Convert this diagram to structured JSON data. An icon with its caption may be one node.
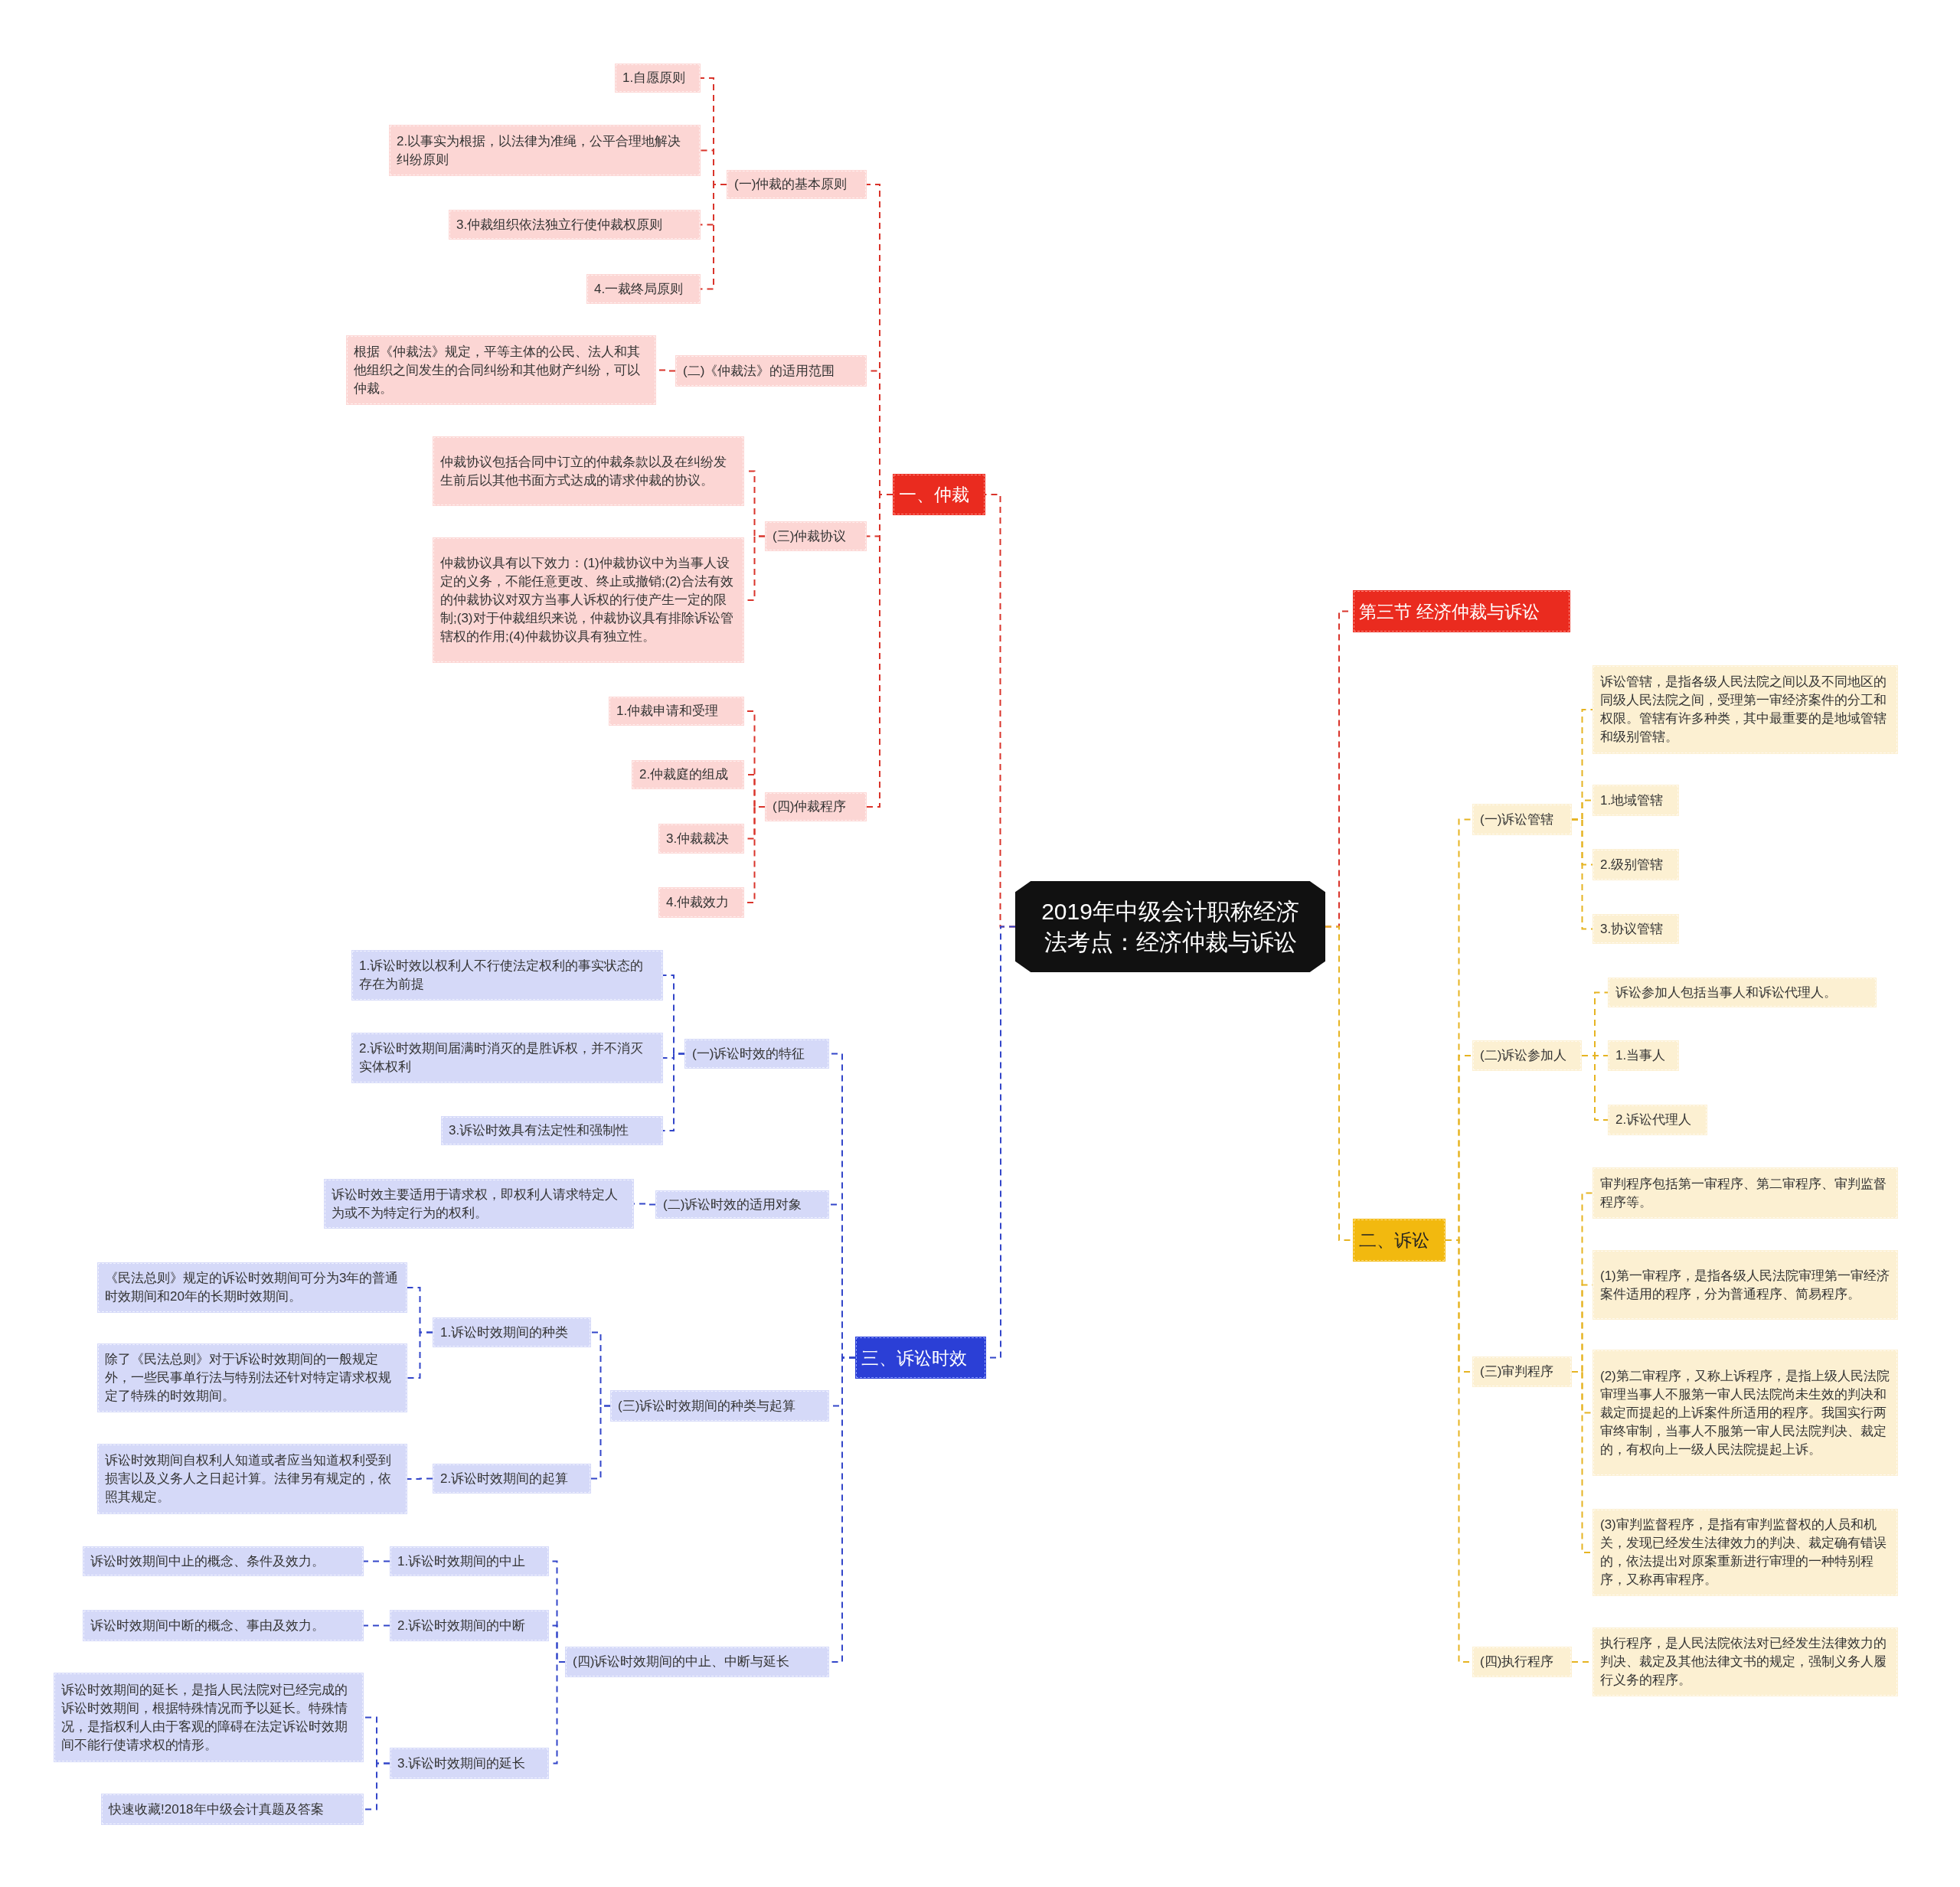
{
  "diagram": {
    "nodes": [
      {
        "text": [
          "2019年中级会计职称经济法考点：经济仲裁与诉讼"
        ]
      },
      {
        "text": [
          "一、仲裁"
        ]
      },
      {
        "text": [
          "(一)仲裁的基本原则"
        ]
      },
      {
        "text": [
          "1.自愿原则"
        ]
      },
      {
        "text": [
          "2.以事实为根据，以法律为准绳，公平合理地解决纠纷原则"
        ]
      },
      {
        "text": [
          "3.仲裁组织依法独立行使仲裁权原则"
        ]
      },
      {
        "text": [
          "4.一裁终局原则"
        ]
      },
      {
        "text": [
          "(二)《仲裁法》的适用范围"
        ]
      },
      {
        "text": [
          "根据《仲裁法》规定，平等主体的公民、法人和其他组织之间发生的合同纠纷和其他财产纠纷，可以仲裁。"
        ]
      },
      {
        "text": [
          "(三)仲裁协议"
        ]
      },
      {
        "text": [
          "仲裁协议包括合同中订立的仲裁条款以及在纠纷发生前后以其他书面方式达成的请求仲裁的协议。"
        ]
      },
      {
        "text": [
          "仲裁协议具有以下效力：(1)仲裁协议中为当事人设定的义务，不能任意更改、终止或撤销;(2)合法有效的仲裁协议对双方当事人诉权的行使产生一定的限制;(3)对于仲裁组织来说，仲裁协议具有排除诉讼管辖权的作用;(4)仲裁协议具有独立性。"
        ]
      },
      {
        "text": [
          "(四)仲裁程序"
        ]
      },
      {
        "text": [
          "1.仲裁申请和受理"
        ]
      },
      {
        "text": [
          "2.仲裁庭的组成"
        ]
      },
      {
        "text": [
          "3.仲裁裁决"
        ]
      },
      {
        "text": [
          "4.仲裁效力"
        ]
      },
      {
        "text": [
          "三、诉讼时效"
        ]
      },
      {
        "text": [
          "(一)诉讼时效的特征"
        ]
      },
      {
        "text": [
          "1.诉讼时效以权利人不行使法定权利的事实状态的存在为前提"
        ]
      },
      {
        "text": [
          "2.诉讼时效期间届满时消灭的是胜诉权，并不消灭实体权利"
        ]
      },
      {
        "text": [
          "3.诉讼时效具有法定性和强制性"
        ]
      },
      {
        "text": [
          "(二)诉讼时效的适用对象"
        ]
      },
      {
        "text": [
          "诉讼时效主要适用于请求权，即权利人请求特定人为或不为特定行为的权利。"
        ]
      },
      {
        "text": [
          "(三)诉讼时效期间的种类与起算"
        ]
      },
      {
        "text": [
          "1.诉讼时效期间的种类"
        ]
      },
      {
        "text": [
          "《民法总则》规定的诉讼时效期间可分为3年的普通时效期间和20年的长期时效期间。"
        ]
      },
      {
        "text": [
          "除了《民法总则》对于诉讼时效期间的一般规定外，一些民事单行法与特别法还针对特定请求权规定了特殊的时效期间。"
        ]
      },
      {
        "text": [
          "2.诉讼时效期间的起算"
        ]
      },
      {
        "text": [
          "诉讼时效期间自权利人知道或者应当知道权利受到损害以及义务人之日起计算。法律另有规定的，依照其规定。"
        ]
      },
      {
        "text": [
          "(四)诉讼时效期间的中止、中断与延长"
        ]
      },
      {
        "text": [
          "1.诉讼时效期间的中止"
        ]
      },
      {
        "text": [
          "诉讼时效期间中止的概念、条件及效力。"
        ]
      },
      {
        "text": [
          "2.诉讼时效期间的中断"
        ]
      },
      {
        "text": [
          "诉讼时效期间中断的概念、事由及效力。"
        ]
      },
      {
        "text": [
          "3.诉讼时效期间的延长"
        ]
      },
      {
        "text": [
          "诉讼时效期间的延长，是指人民法院对已经完成的诉讼时效期间，根据特殊情况而予以延长。特殊情况，是指权利人由于客观的障碍在法定诉讼时效期间不能行使请求权的情形。"
        ]
      },
      {
        "text": [
          "快速收藏!2018年中级会计真题及答案"
        ]
      },
      {
        "text": [
          "第三节 经济仲裁与诉讼"
        ]
      },
      {
        "text": [
          "二、诉讼"
        ]
      },
      {
        "text": [
          "(一)诉讼管辖"
        ]
      },
      {
        "text": [
          "诉讼管辖，是指各级人民法院之间以及不同地区的同级人民法院之间，受理第一审经济案件的分工和权限。管辖有许多种类，其中最重要的是地域管辖和级别管辖。"
        ]
      },
      {
        "text": [
          "1.地域管辖"
        ]
      },
      {
        "text": [
          "2.级别管辖"
        ]
      },
      {
        "text": [
          "3.协议管辖"
        ]
      },
      {
        "text": [
          "(二)诉讼参加人"
        ]
      },
      {
        "text": [
          "诉讼参加人包括当事人和诉讼代理人。"
        ]
      },
      {
        "text": [
          "1.当事人"
        ]
      },
      {
        "text": [
          "2.诉讼代理人"
        ]
      },
      {
        "text": [
          "(三)审判程序"
        ]
      },
      {
        "text": [
          "审判程序包括第一审程序、第二审程序、审判监督程序等。"
        ]
      },
      {
        "text": [
          "(1)第一审程序，是指各级人民法院审理第一审经济案件适用的程序，分为普通程序、简易程序。"
        ]
      },
      {
        "text": [
          "(2)第二审程序，又称上诉程序，是指上级人民法院审理当事人不服第一审人民法院尚未生效的判决和裁定而提起的上诉案件所适用的程序。我国实行两审终审制，当事人不服第一审人民法院判决、裁定的，有权向上一级人民法院提起上诉。"
        ]
      },
      {
        "text": [
          "(3)审判监督程序，是指有审判监督权的人员和机关，发现已经发生法律效力的判决、裁定确有错误的，依法提出对原案重新进行审理的一种特别程序，又称再审程序。"
        ]
      },
      {
        "text": [
          "(四)执行程序"
        ]
      },
      {
        "text": [
          "执行程序，是人民法院依法对已经发生法律效力的判决、裁定及其他法律文书的规定，强制义务人履行义务的程序。"
        ]
      }
    ],
    "edges": [
      {
        "from": 0,
        "to": 1,
        "arrow": "none",
        "style": "dashed",
        "color": "#d9342b"
      },
      {
        "from": 1,
        "to": 2,
        "arrow": "none",
        "style": "dashed",
        "color": "#d9342b"
      },
      {
        "from": 2,
        "to": 3,
        "arrow": "none",
        "style": "dashed",
        "color": "#d9342b"
      },
      {
        "from": 2,
        "to": 4,
        "arrow": "none",
        "style": "dashed",
        "color": "#d9342b"
      },
      {
        "from": 2,
        "to": 5,
        "arrow": "none",
        "style": "dashed",
        "color": "#d9342b"
      },
      {
        "from": 2,
        "to": 6,
        "arrow": "none",
        "style": "dashed",
        "color": "#d9342b"
      },
      {
        "from": 1,
        "to": 7,
        "arrow": "none",
        "style": "dashed",
        "color": "#d9342b"
      },
      {
        "from": 7,
        "to": 8,
        "arrow": "none",
        "style": "dashed",
        "color": "#d9342b"
      },
      {
        "from": 1,
        "to": 9,
        "arrow": "none",
        "style": "dashed",
        "color": "#d9342b"
      },
      {
        "from": 9,
        "to": 10,
        "arrow": "none",
        "style": "dashed",
        "color": "#d9342b"
      },
      {
        "from": 9,
        "to": 11,
        "arrow": "none",
        "style": "dashed",
        "color": "#d9342b"
      },
      {
        "from": 1,
        "to": 12,
        "arrow": "none",
        "style": "dashed",
        "color": "#d9342b"
      },
      {
        "from": 12,
        "to": 13,
        "arrow": "none",
        "style": "dashed",
        "color": "#d9342b"
      },
      {
        "from": 12,
        "to": 14,
        "arrow": "none",
        "style": "dashed",
        "color": "#d9342b"
      },
      {
        "from": 12,
        "to": 15,
        "arrow": "none",
        "style": "dashed",
        "color": "#d9342b"
      },
      {
        "from": 12,
        "to": 16,
        "arrow": "none",
        "style": "dashed",
        "color": "#d9342b"
      },
      {
        "from": 0,
        "to": 17,
        "arrow": "none",
        "style": "dashed",
        "color": "#3346c9"
      },
      {
        "from": 17,
        "to": 18,
        "arrow": "none",
        "style": "dashed",
        "color": "#3346c9"
      },
      {
        "from": 18,
        "to": 19,
        "arrow": "none",
        "style": "dashed",
        "color": "#3346c9"
      },
      {
        "from": 18,
        "to": 20,
        "arrow": "none",
        "style": "dashed",
        "color": "#3346c9"
      },
      {
        "from": 18,
        "to": 21,
        "arrow": "none",
        "style": "dashed",
        "color": "#3346c9"
      },
      {
        "from": 17,
        "to": 22,
        "arrow": "none",
        "style": "dashed",
        "color": "#3346c9"
      },
      {
        "from": 22,
        "to": 23,
        "arrow": "none",
        "style": "dashed",
        "color": "#3346c9"
      },
      {
        "from": 17,
        "to": 24,
        "arrow": "none",
        "style": "dashed",
        "color": "#3346c9"
      },
      {
        "from": 24,
        "to": 25,
        "arrow": "none",
        "style": "dashed",
        "color": "#3346c9"
      },
      {
        "from": 25,
        "to": 26,
        "arrow": "none",
        "style": "dashed",
        "color": "#3346c9"
      },
      {
        "from": 25,
        "to": 27,
        "arrow": "none",
        "style": "dashed",
        "color": "#3346c9"
      },
      {
        "from": 24,
        "to": 28,
        "arrow": "none",
        "style": "dashed",
        "color": "#3346c9"
      },
      {
        "from": 28,
        "to": 29,
        "arrow": "none",
        "style": "dashed",
        "color": "#3346c9"
      },
      {
        "from": 17,
        "to": 30,
        "arrow": "none",
        "style": "dashed",
        "color": "#3346c9"
      },
      {
        "from": 30,
        "to": 31,
        "arrow": "none",
        "style": "dashed",
        "color": "#3346c9"
      },
      {
        "from": 31,
        "to": 32,
        "arrow": "none",
        "style": "dashed",
        "color": "#3346c9"
      },
      {
        "from": 30,
        "to": 33,
        "arrow": "none",
        "style": "dashed",
        "color": "#3346c9"
      },
      {
        "from": 33,
        "to": 34,
        "arrow": "none",
        "style": "dashed",
        "color": "#3346c9"
      },
      {
        "from": 30,
        "to": 35,
        "arrow": "none",
        "style": "dashed",
        "color": "#3346c9"
      },
      {
        "from": 35,
        "to": 36,
        "arrow": "none",
        "style": "dashed",
        "color": "#3346c9"
      },
      {
        "from": 35,
        "to": 37,
        "arrow": "none",
        "style": "dashed",
        "color": "#3346c9"
      },
      {
        "from": 0,
        "to": 38,
        "arrow": "none",
        "style": "dashed",
        "color": "#d9342b"
      },
      {
        "from": 0,
        "to": 39,
        "arrow": "none",
        "style": "dashed",
        "color": "#e6b422"
      },
      {
        "from": 39,
        "to": 40,
        "arrow": "none",
        "style": "dashed",
        "color": "#e6b422"
      },
      {
        "from": 40,
        "to": 41,
        "arrow": "none",
        "style": "dashed",
        "color": "#e6b422"
      },
      {
        "from": 40,
        "to": 42,
        "arrow": "none",
        "style": "dashed",
        "color": "#e6b422"
      },
      {
        "from": 40,
        "to": 43,
        "arrow": "none",
        "style": "dashed",
        "color": "#e6b422"
      },
      {
        "from": 40,
        "to": 44,
        "arrow": "none",
        "style": "dashed",
        "color": "#e6b422"
      },
      {
        "from": 39,
        "to": 45,
        "arrow": "none",
        "style": "dashed",
        "color": "#e6b422"
      },
      {
        "from": 45,
        "to": 46,
        "arrow": "none",
        "style": "dashed",
        "color": "#e6b422"
      },
      {
        "from": 45,
        "to": 47,
        "arrow": "none",
        "style": "dashed",
        "color": "#e6b422"
      },
      {
        "from": 45,
        "to": 48,
        "arrow": "none",
        "style": "dashed",
        "color": "#e6b422"
      },
      {
        "from": 39,
        "to": 49,
        "arrow": "none",
        "style": "dashed",
        "color": "#e6b422"
      },
      {
        "from": 49,
        "to": 50,
        "arrow": "none",
        "style": "dashed",
        "color": "#e6b422"
      },
      {
        "from": 49,
        "to": 51,
        "arrow": "none",
        "style": "dashed",
        "color": "#e6b422"
      },
      {
        "from": 49,
        "to": 52,
        "arrow": "none",
        "style": "dashed",
        "color": "#e6b422"
      },
      {
        "from": 49,
        "to": 53,
        "arrow": "none",
        "style": "dashed",
        "color": "#e6b422"
      },
      {
        "from": 39,
        "to": 54,
        "arrow": "none",
        "style": "dashed",
        "color": "#e6b422"
      },
      {
        "from": 54,
        "to": 55,
        "arrow": "none",
        "style": "dashed",
        "color": "#e6b422"
      }
    ]
  }
}
